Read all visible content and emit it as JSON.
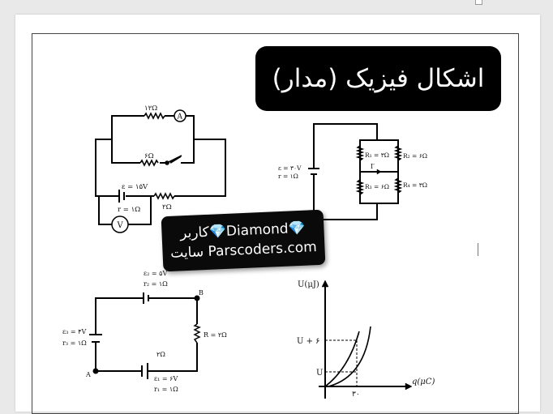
{
  "title": "اشکال فیزیک (مدار)",
  "watermark": {
    "line1": "کاربر💎Diamond💎",
    "line2": "سایت Parscoders.com"
  },
  "circuit1": {
    "r_top": "۱۲Ω",
    "ammeter": "A",
    "r_mid": "۶Ω",
    "emf": "ε = ۱۵V",
    "r_int": "r = ۱Ω",
    "r_bottom": "۲Ω",
    "voltmeter": "V"
  },
  "circuit2": {
    "emf": "ε = ۳۰V",
    "r_int": "r = ۱Ω",
    "r1": "R₁ = ۳Ω",
    "r2": "R₂ = ۶Ω",
    "r3": "R₃ = ۶Ω",
    "r4": "R₄ = ۳Ω",
    "current": "I′"
  },
  "circuit3": {
    "emf2": "ε₂ = ۵V",
    "r2": "r₂ = ۱Ω",
    "emf3": "ε₃ = ۴V",
    "r3": "r₃ = ۱Ω",
    "R": "R = ۲Ω",
    "r_mid": "۲Ω",
    "emf1": "ε₁ = ۶V",
    "r1": "r₁ = ۱Ω",
    "pointA": "A",
    "pointB": "B"
  },
  "graph": {
    "ylabel": "U(μJ)",
    "xlabel": "q(μC)",
    "ytick_high": "U + ۶",
    "ytick_low": "U",
    "xtick": "۳۰"
  }
}
